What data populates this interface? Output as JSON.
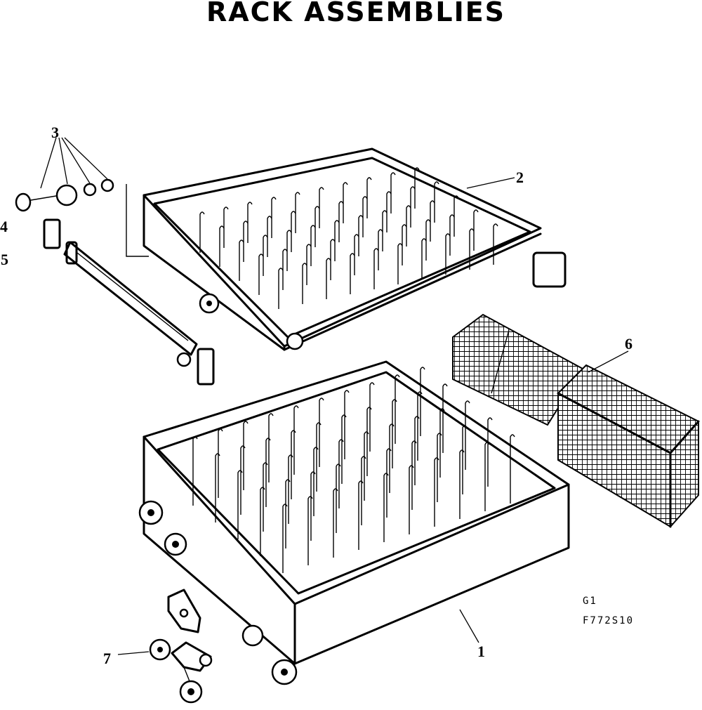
{
  "title": "RACK ASSEMBLIES",
  "callouts": {
    "c1": "1",
    "c2": "2",
    "c3": "3",
    "c4": "4",
    "c5": "5",
    "c6": "6",
    "c7": "7"
  },
  "figure_code": {
    "line1": "G1",
    "line2": "F772S10"
  },
  "colors": {
    "ink": "#000000",
    "paper": "#ffffff"
  }
}
